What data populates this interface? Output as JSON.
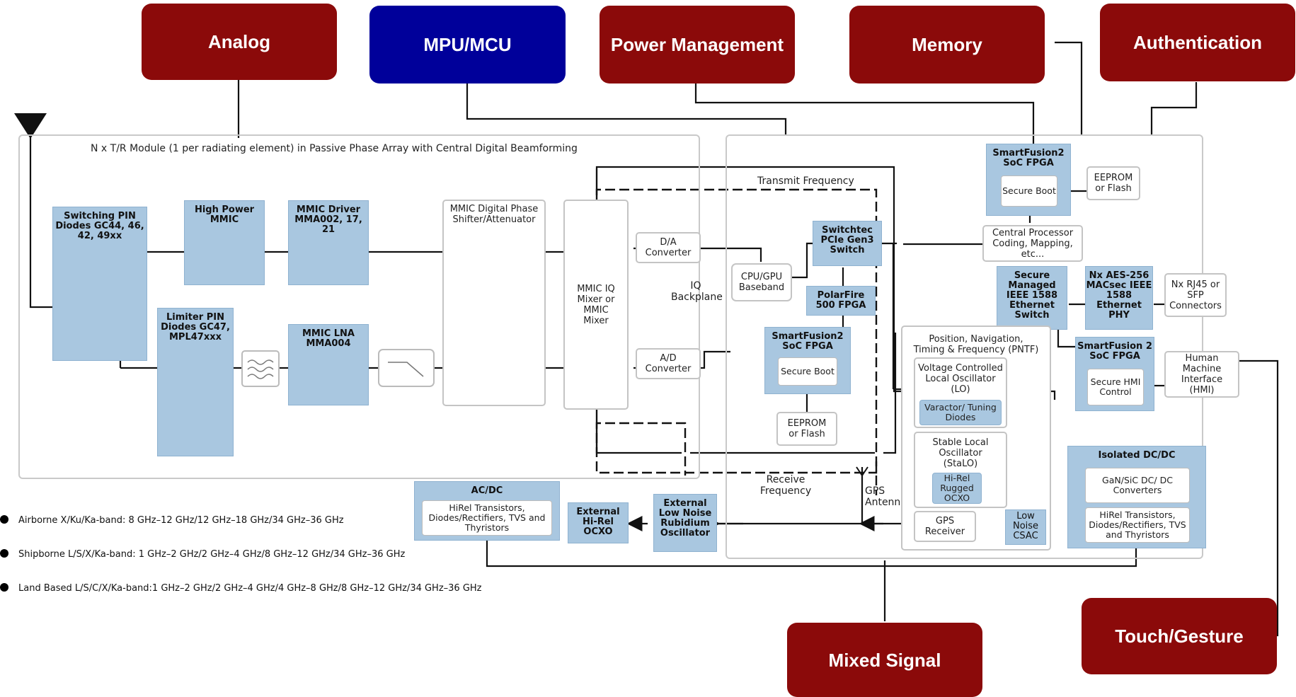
{
  "categories": {
    "analog": "Analog",
    "mpu": "MPU/MCU",
    "power": "Power Management",
    "memory": "Memory",
    "auth": "Authentication",
    "mixed": "Mixed Signal",
    "touch": "Touch/Gesture"
  },
  "module_title": "N x T/R Module (1 per radiating element) in Passive Phase Array with Central Digital Beamforming",
  "blocks": {
    "switching_pin": "Switching PIN Diodes GC44, 46, 42, 49xx",
    "high_power": "High Power MMIC",
    "mmic_driver": "MMIC Driver MMA002, 17, 21",
    "limiter_pin": "Limiter PIN Diodes GC47, MPL47xxx",
    "mmic_lna": "MMIC LNA MMA004",
    "phase_shifter": "MMIC Digital Phase Shifter/Attenuator",
    "iq_mixer": "MMIC IQ Mixer or MMIC Mixer",
    "da_conv": "D/A Converter",
    "ad_conv": "A/D Converter",
    "iq_backplane": "IQ Backplane",
    "cpu_gpu": "CPU/GPU Baseband",
    "switchtec": "Switchtec PCIe Gen3 Switch",
    "polarfire": "PolarFire 500 FPGA",
    "sf2_center": "SmartFusion2 SoC FPGA",
    "sf2_center_sub": "Secure Boot",
    "eeprom_center": "EEPROM or Flash",
    "transmit_freq": "Transmit Frequency",
    "receive_freq": "Receive Frequency",
    "gps_antenna": "GPS Antenna",
    "sf2_top": "SmartFusion2 SoC FPGA",
    "sf2_top_sub": "Secure Boot",
    "eeprom_top": "EEPROM or Flash",
    "central_proc": "Central Processor Coding, Mapping, etc...",
    "eth_switch": "Secure Managed IEEE 1588 Ethernet Switch",
    "macsec_phy": "Nx AES-256 MACsec IEEE 1588 Ethernet PHY",
    "rj45": "Nx RJ45 or SFP Connectors",
    "sf2_hmi": "SmartFusion 2 SoC FPGA",
    "sf2_hmi_sub": "Secure HMI Control",
    "hmi": "Human Machine Interface (HMI)",
    "pntf": "Position, Navigation, Timing & Frequency (PNTF)",
    "vclo": "Voltage Controlled Local Oscillator (LO)",
    "varactor": "Varactor/ Tuning Diodes",
    "stalo": "Stable Local Oscillator (StaLO)",
    "hirel_ocxo": "Hi-Rel Rugged OCXO",
    "gps_receiver": "GPS Receiver",
    "csac": "Low Noise CSAC",
    "isolated": "Isolated DC/DC",
    "gan_sic": "GaN/SiC DC/ DC Converters",
    "iso_trans": "HiRel Transistors, Diodes/Rectifiers, TVS and Thyristors",
    "acdc": "AC/DC",
    "acdc_sub": "HiRel Transistors, Diodes/Rectifiers, TVS and Thyristors",
    "ext_ocxo": "External Hi-Rel OCXO",
    "ext_rubidium": "External Low Noise Rubidium Oscillator"
  },
  "bands": [
    "Airborne X/Ku/Ka-band: 8 GHz–12 GHz/12 GHz–18 GHz/34 GHz–36 GHz",
    "Shipborne L/S/X/Ka-band: 1 GHz–2 GHz/2 GHz–4 GHz/8 GHz–12 GHz/34 GHz–36 GHz",
    "Land Based L/S/C/X/Ka-band:1 GHz–2 GHz/2 GHz–4 GHz/4 GHz–8 GHz/8 GHz–12 GHz/34 GHz–36 GHz"
  ],
  "icons": [
    "antenna-icon",
    "amplifier-icon",
    "mixer-icon",
    "phase-shifter-icon",
    "attenuator-icon",
    "filter-icon",
    "diode-icon",
    "ground-icon"
  ],
  "colors": {
    "category_red": "#8b0a0a",
    "category_blue": "#00009a",
    "block_blue": "#a9c7e0"
  }
}
